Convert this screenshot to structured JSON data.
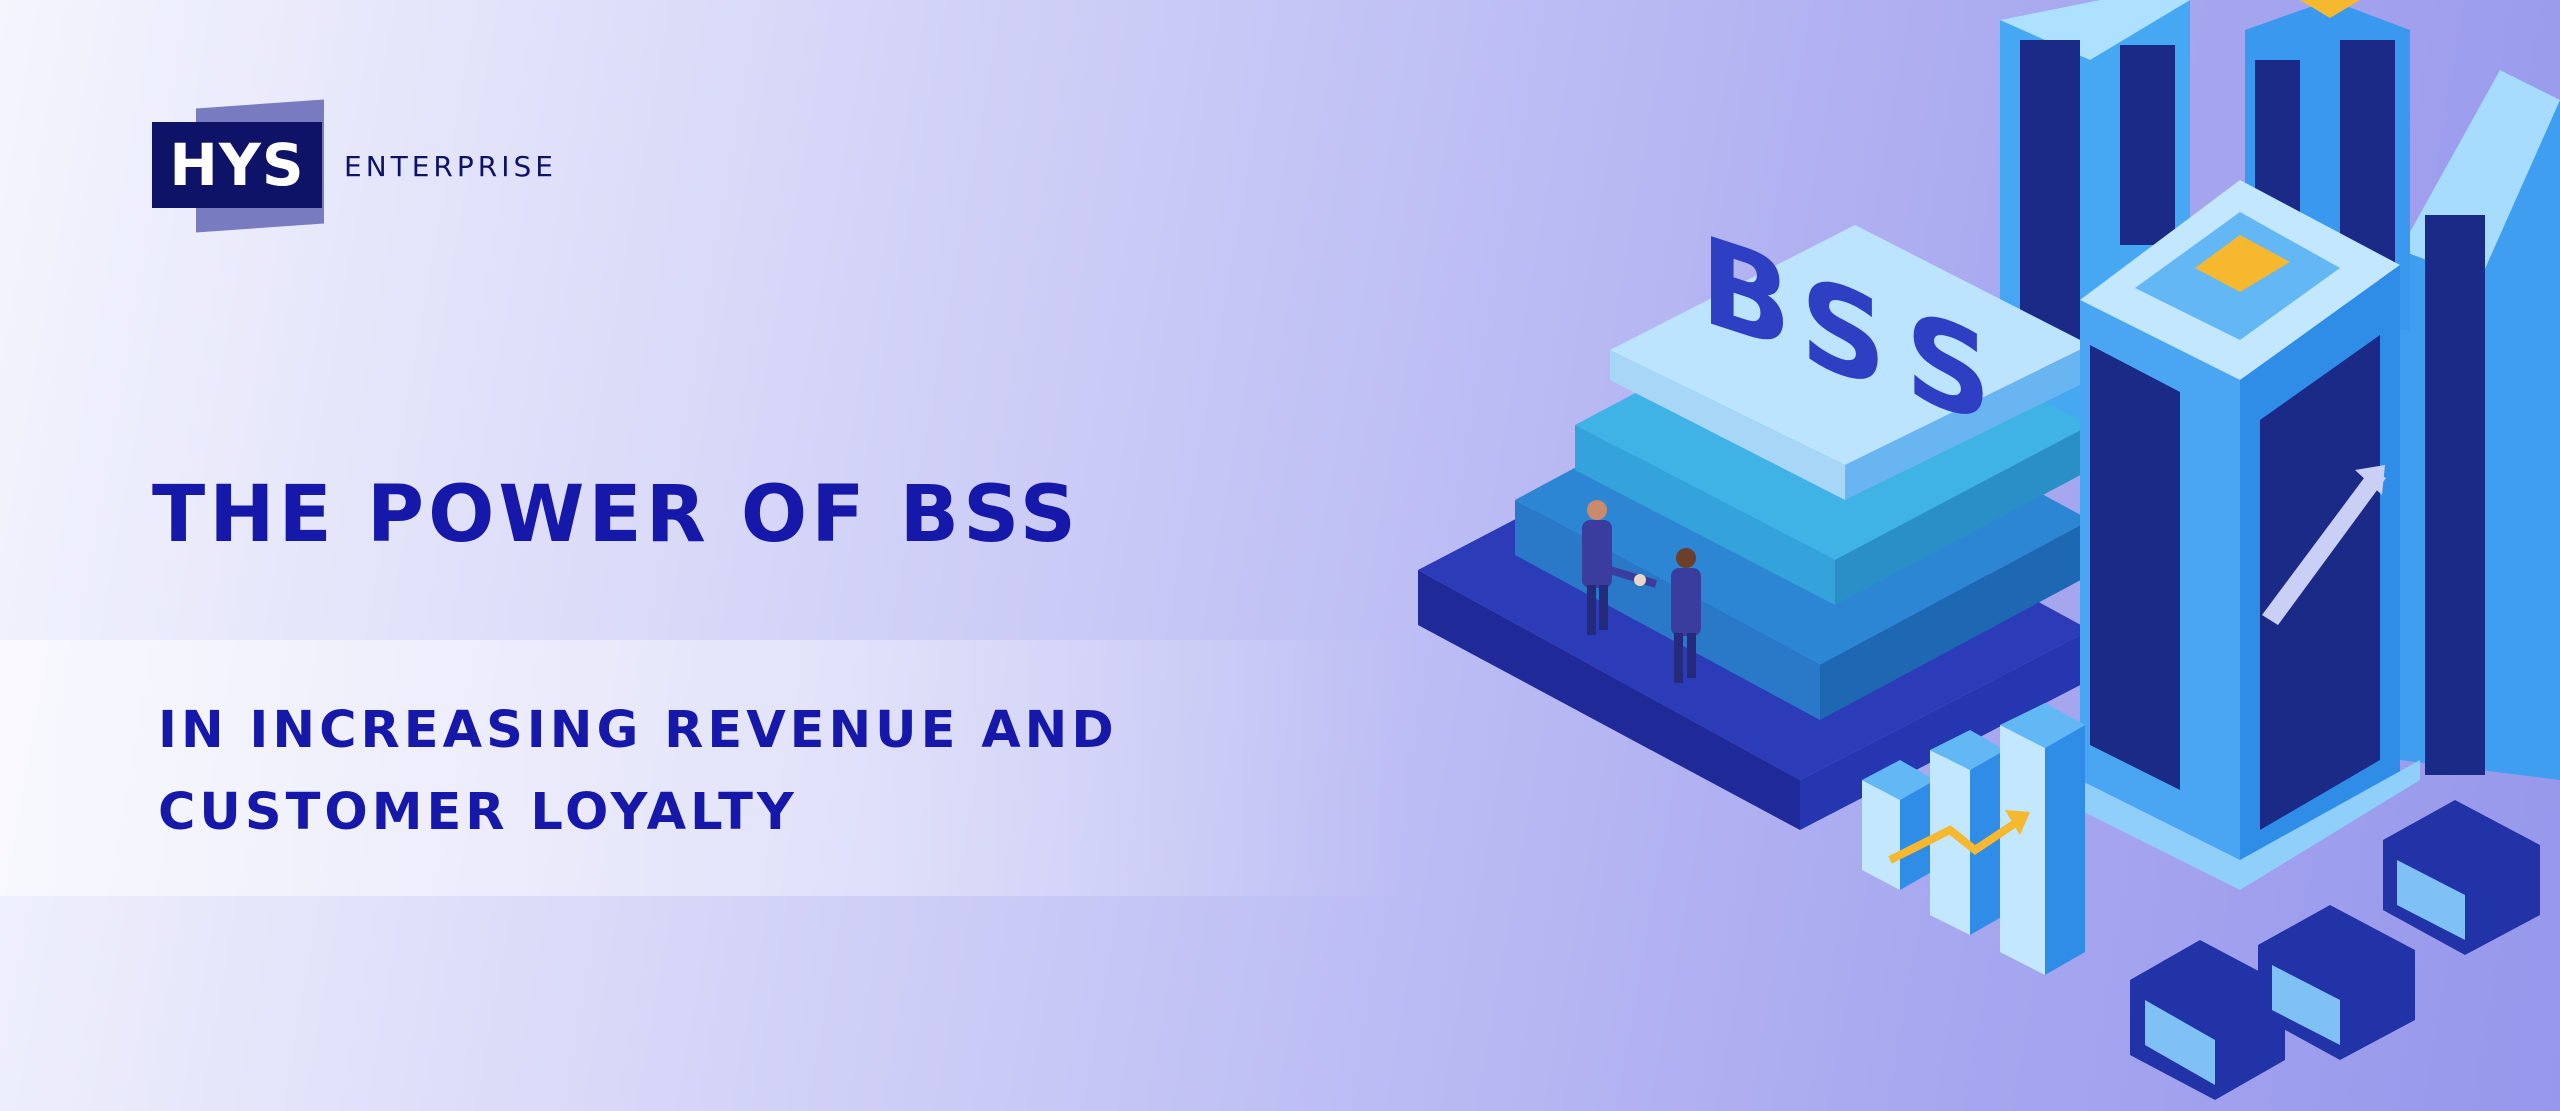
{
  "logo": {
    "mark": "HYS",
    "label": "ENTERPRISE"
  },
  "headline": "THE POWER OF BSS",
  "subheadline": {
    "line1": "IN INCREASING REVENUE AND",
    "line2": "CUSTOMER LOYALTY"
  },
  "illustration": {
    "letters": [
      "B",
      "S",
      "S"
    ]
  },
  "colors": {
    "brand_navy": "#0e1368",
    "headline_blue": "#1518a8",
    "accent_yellow": "#f6b82e"
  }
}
